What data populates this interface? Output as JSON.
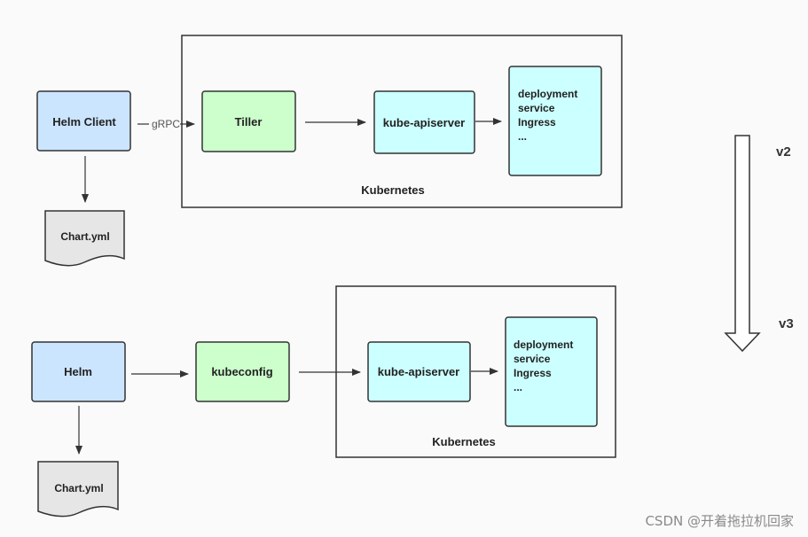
{
  "v2": {
    "helm_client": "Helm Client",
    "grpc": "gRPC",
    "tiller": "Tiller",
    "kube_apiserver": "kube-apiserver",
    "resources": [
      "deployment",
      "service",
      "Ingress",
      "..."
    ],
    "cluster": "Kubernetes",
    "chart": "Chart.yml"
  },
  "v3": {
    "helm": "Helm",
    "kubeconfig": "kubeconfig",
    "kube_apiserver": "kube-apiserver",
    "resources": [
      "deployment",
      "service",
      "Ingress",
      "..."
    ],
    "cluster": "Kubernetes",
    "chart": "Chart.yml"
  },
  "version_arrow": {
    "from": "v2",
    "to": "v3"
  },
  "watermark": "CSDN @开着拖拉机回家",
  "colors": {
    "client_fill": "#cce5ff",
    "tiller_fill": "#ccffcc",
    "api_fill": "#ccffff",
    "doc_fill": "#e6e6e6",
    "stroke": "#333333"
  }
}
